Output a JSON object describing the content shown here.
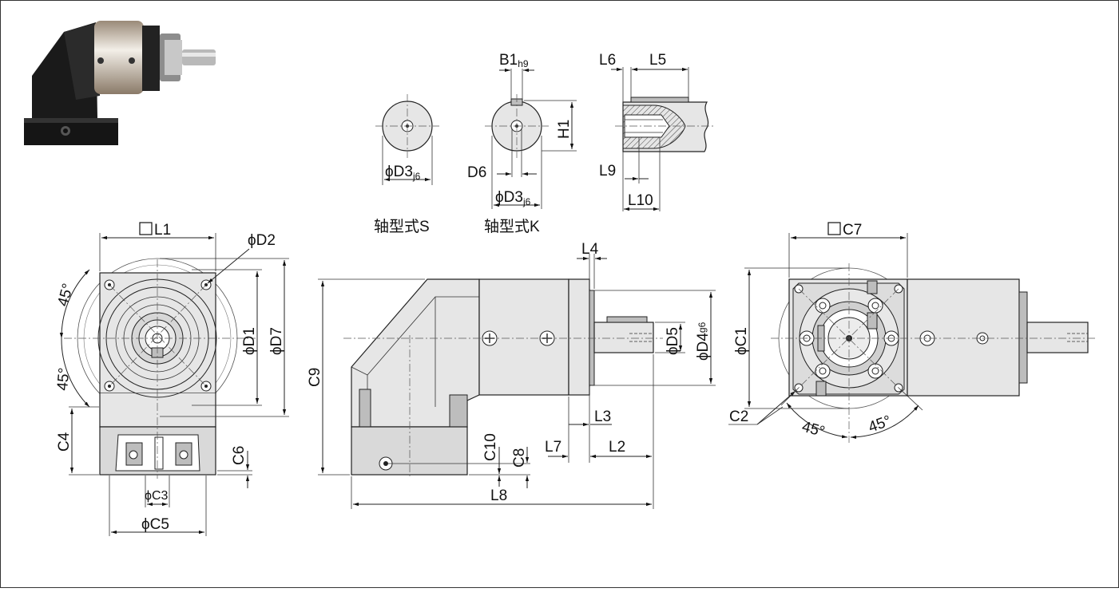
{
  "colors": {
    "body_fill": "#e6e6e6",
    "line": "#222222",
    "frame": "#333333"
  },
  "shaft_types": {
    "s_label": "轴型式S",
    "k_label": "轴型式K"
  },
  "labels": {
    "b1": "B1",
    "b1_tol": "h9",
    "h1": "H1",
    "d3": "ϕD3",
    "d3_tol": "j6",
    "d6": "D6",
    "l5": "L5",
    "l6": "L6",
    "l9": "L9",
    "l10": "L10",
    "l1": "L1",
    "d2": "ϕD2",
    "d1": "ϕD1",
    "d7": "ϕD7",
    "angle": "45°",
    "c4": "C4",
    "c6": "C6",
    "c3": "ϕC3",
    "c5": "ϕC5",
    "c9": "C9",
    "l4": "L4",
    "d5": "ϕD5",
    "d4": "ϕD4",
    "d4_tol": "g6",
    "l3": "L3",
    "l7": "L7",
    "l2": "L2",
    "c10": "C10",
    "c8": "C8",
    "l8": "L8",
    "c7": "C7",
    "c1": "ϕC1",
    "c2": "C2"
  }
}
